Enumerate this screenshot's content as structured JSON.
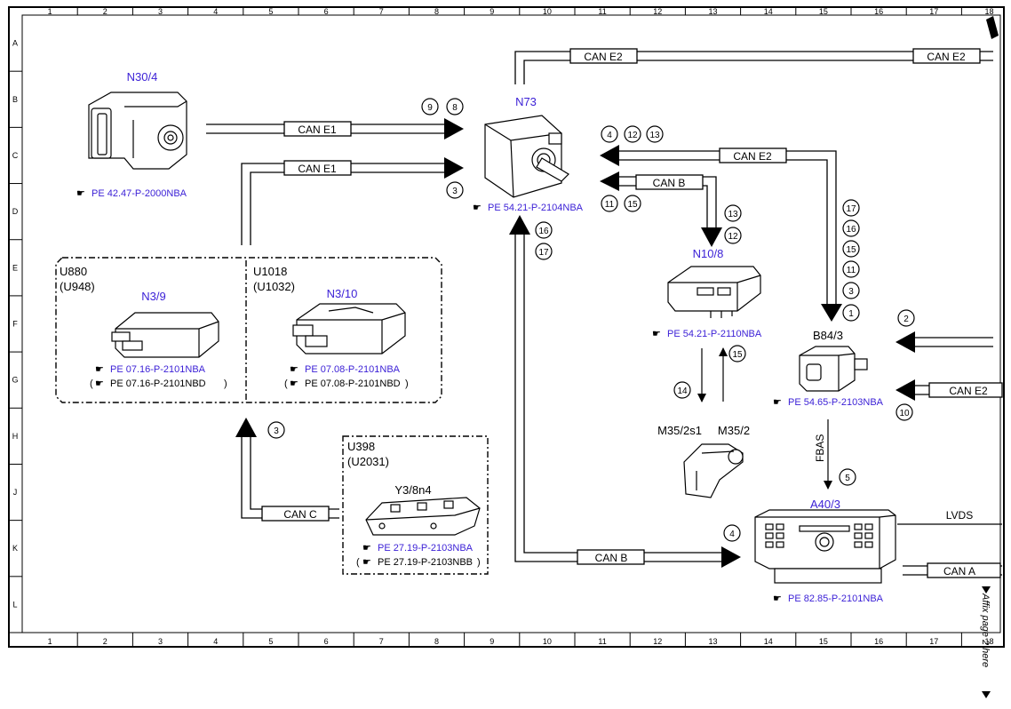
{
  "frame": {
    "columns": [
      "1",
      "2",
      "3",
      "4",
      "5",
      "6",
      "7",
      "8",
      "9",
      "10",
      "11",
      "12",
      "13",
      "14",
      "15",
      "16",
      "17",
      "18"
    ],
    "rows": [
      "A",
      "B",
      "C",
      "D",
      "E",
      "F",
      "G",
      "H",
      "J",
      "K",
      "L"
    ]
  },
  "components": {
    "n30_4": "N30/4",
    "n73": "N73",
    "n10_8": "N10/8",
    "n3_9": "N3/9",
    "n3_10": "N3/10",
    "b84_3": "B84/3",
    "a40_3": "A40/3",
    "m35_2s1": "M35/2s1",
    "m35_2": "M35/2",
    "y3_8n4": "Y3/8n4"
  },
  "groups": {
    "u880": "U880",
    "u948": "(U948)",
    "u1018": "U1018",
    "u1032": "(U1032)",
    "u398": "U398",
    "u2031": "(U2031)"
  },
  "refs": {
    "n30_4": "PE 42.47-P-2000NBA",
    "n73": "PE 54.21-P-2104NBA",
    "n10_8": "PE 54.21-P-2110NBA",
    "n3_9_a": "PE 07.16-P-2101NBA",
    "n3_9_b": "PE 07.16-P-2101NBD",
    "n3_10_a": "PE 07.08-P-2101NBA",
    "n3_10_b": "PE 07.08-P-2101NBD",
    "b84_3": "PE 54.65-P-2103NBA",
    "a40_3": "PE 82.85-P-2101NBA",
    "y3_a": "PE 27.19-P-2103NBA",
    "y3_b": "PE 27.19-P-2103NBB"
  },
  "buses": {
    "can_e2_top_a": "CAN E2",
    "can_e2_top_b": "CAN E2",
    "can_e1_a": "CAN E1",
    "can_e1_b": "CAN E1",
    "can_e2_mid": "CAN E2",
    "can_b_mid": "CAN B",
    "can_e2_right": "CAN E2",
    "can_c": "CAN C",
    "can_b_bottom": "CAN B",
    "can_a": "CAN A",
    "lvds": "LVDS",
    "fbas": "FBAS"
  },
  "callouts": {
    "c9": "9",
    "c8": "8",
    "c3a": "3",
    "c4a": "4",
    "c12a": "12",
    "c13a": "13",
    "c11a": "11",
    "c15a": "15",
    "c13b": "13",
    "c12b": "12",
    "c16": "16",
    "c17": "17",
    "v17": "17",
    "v16": "16",
    "v15": "15",
    "v11": "11",
    "v3": "3",
    "v1": "1",
    "c2": "2",
    "c10": "10",
    "c14": "14",
    "c15b": "15",
    "c3b": "3",
    "c5": "5",
    "c4b": "4"
  },
  "margin_note": "Affix page 2 here"
}
